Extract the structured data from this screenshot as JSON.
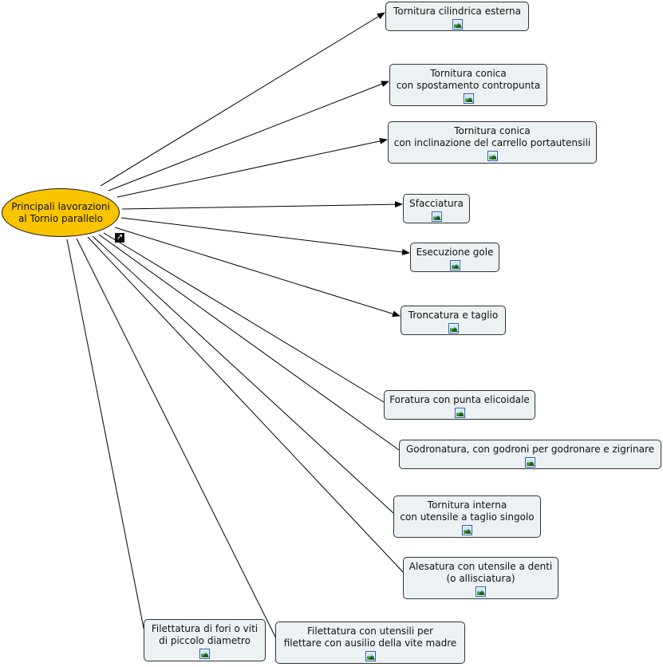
{
  "root": {
    "line1": "Principali lavorazioni",
    "line2": "al Tornio parallelo"
  },
  "link_icon": "shortcut-arrow-icon",
  "nodes": [
    {
      "id": "n1",
      "lines": [
        "Tornitura cilindrica esterna"
      ]
    },
    {
      "id": "n2",
      "lines": [
        "Tornitura conica",
        "con spostamento contropunta"
      ]
    },
    {
      "id": "n3",
      "lines": [
        "Tornitura conica",
        "con inclinazione del carrello portautensili"
      ]
    },
    {
      "id": "n4",
      "lines": [
        "Sfacciatura"
      ]
    },
    {
      "id": "n5",
      "lines": [
        "Esecuzione gole"
      ]
    },
    {
      "id": "n6",
      "lines": [
        "Troncatura e taglio"
      ]
    },
    {
      "id": "n7",
      "lines": [
        "Foratura con punta elicoidale"
      ]
    },
    {
      "id": "n8",
      "lines": [
        "Godronatura, con godroni per godronare e zigrinare"
      ]
    },
    {
      "id": "n9",
      "lines": [
        "Tornitura interna",
        "con utensile a taglio singolo"
      ]
    },
    {
      "id": "n10",
      "lines": [
        "Alesatura con utensile a denti",
        "(o allisciatura)"
      ]
    },
    {
      "id": "n11",
      "lines": [
        "Filettatura con utensili per",
        "filettare con ausilio della vite madre"
      ]
    },
    {
      "id": "n12",
      "lines": [
        "Filettatura di fori o viti",
        "di piccolo diametro"
      ]
    }
  ],
  "node_image_icon": "image-icon"
}
